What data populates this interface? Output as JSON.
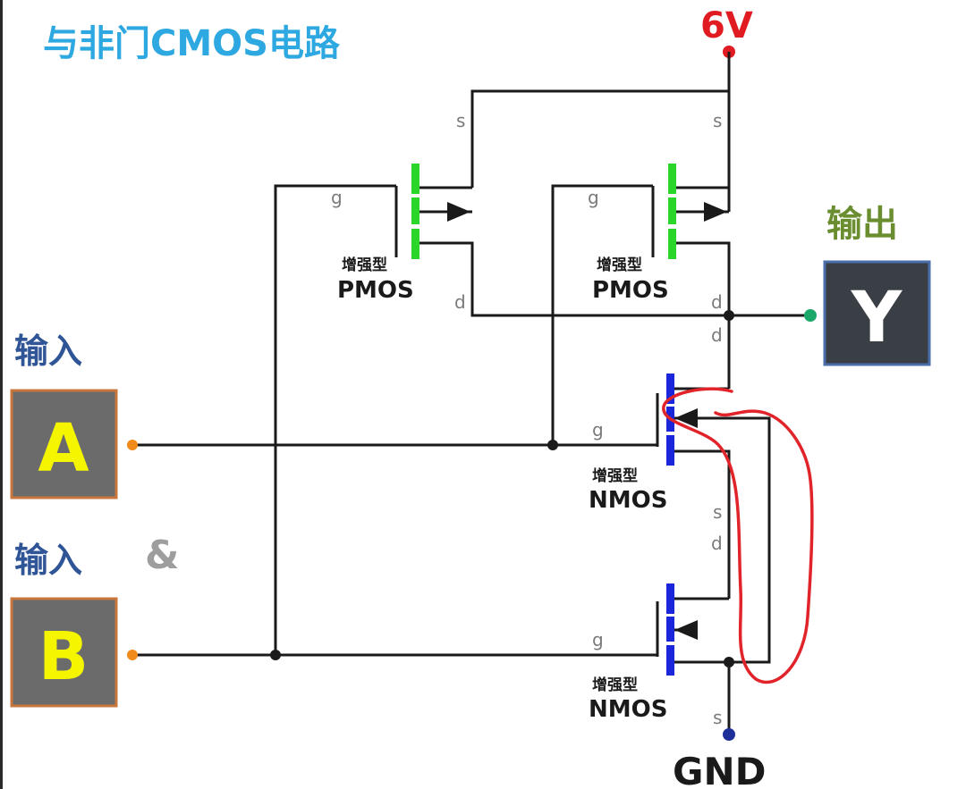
{
  "title": "与非门CMOS电路",
  "supply": "6V",
  "ground": "GND",
  "output": {
    "heading": "输出",
    "name": "Y"
  },
  "inputs": [
    {
      "heading": "输入",
      "name": "A"
    },
    {
      "heading": "输入",
      "name": "B"
    }
  ],
  "operator": "&",
  "transistors": {
    "pmos_left": {
      "type_cn": "增强型",
      "type": "PMOS",
      "s": "s",
      "g": "g",
      "d": "d"
    },
    "pmos_right": {
      "type_cn": "增强型",
      "type": "PMOS",
      "s": "s",
      "g": "g",
      "d": "d"
    },
    "nmos_top": {
      "type_cn": "增强型",
      "type": "NMOS",
      "d": "d",
      "g": "g",
      "s": "s"
    },
    "nmos_bottom": {
      "type_cn": "增强型",
      "type": "NMOS",
      "d": "d",
      "g": "g",
      "s": "s"
    }
  },
  "colors": {
    "title": "#2ea8e0",
    "supply": "#e11b22",
    "ground_dot": "#1f2f9a",
    "pmos_bar": "#2bd62b",
    "nmos_bar": "#1a26d9",
    "box_fill": "#6b6b6b",
    "box_border": "#c8763c",
    "input_letter": "#f5f500",
    "output_fill": "#3a3f45",
    "output_border": "#4a6ea9",
    "input_heading": "#2f5597",
    "output_heading": "#6a8e2f",
    "pin_dot": "#f08a1a",
    "out_dot": "#1aa86a",
    "annotation": "#e0242a"
  }
}
